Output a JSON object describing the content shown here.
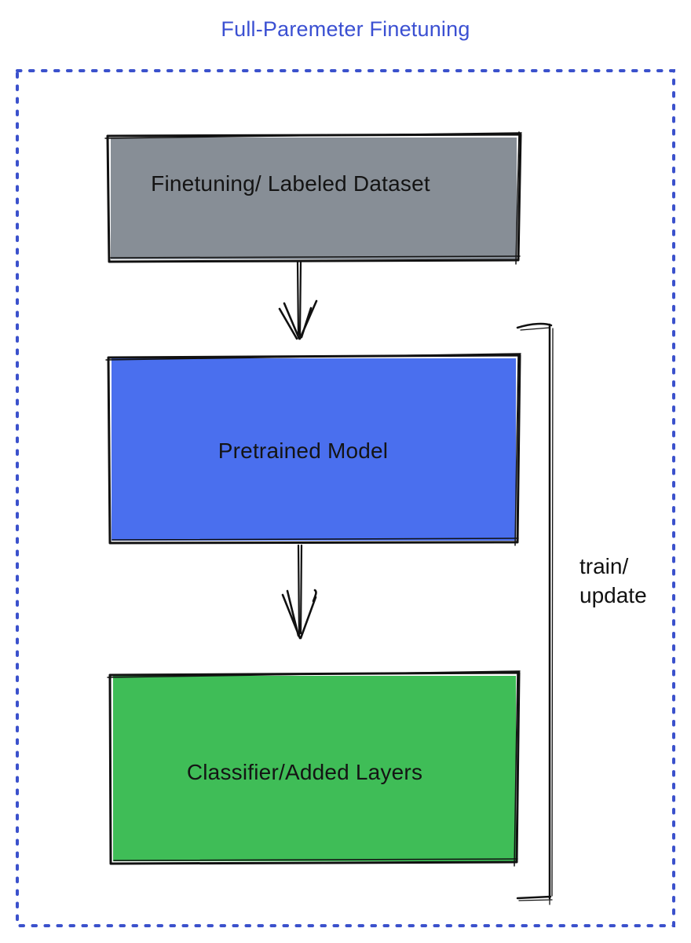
{
  "title": "Full-Paremeter Finetuning",
  "colors": {
    "title_blue": "#3b50d2",
    "boundary_blue": "#3b51cc",
    "dataset_gray": "#878e96",
    "model_blue": "#4a6fee",
    "classifier_green": "#3fbd57",
    "ink_black": "#111111"
  },
  "nodes": [
    {
      "id": "dataset",
      "label": "Finetuning/ Labeled Dataset"
    },
    {
      "id": "pretrained",
      "label": "Pretrained Model"
    },
    {
      "id": "classifier",
      "label": "Classifier/Added Layers"
    }
  ],
  "edges": [
    {
      "from": "dataset",
      "to": "pretrained"
    },
    {
      "from": "pretrained",
      "to": "classifier"
    }
  ],
  "bracket": {
    "label_line1": "train/",
    "label_line2": "update"
  }
}
